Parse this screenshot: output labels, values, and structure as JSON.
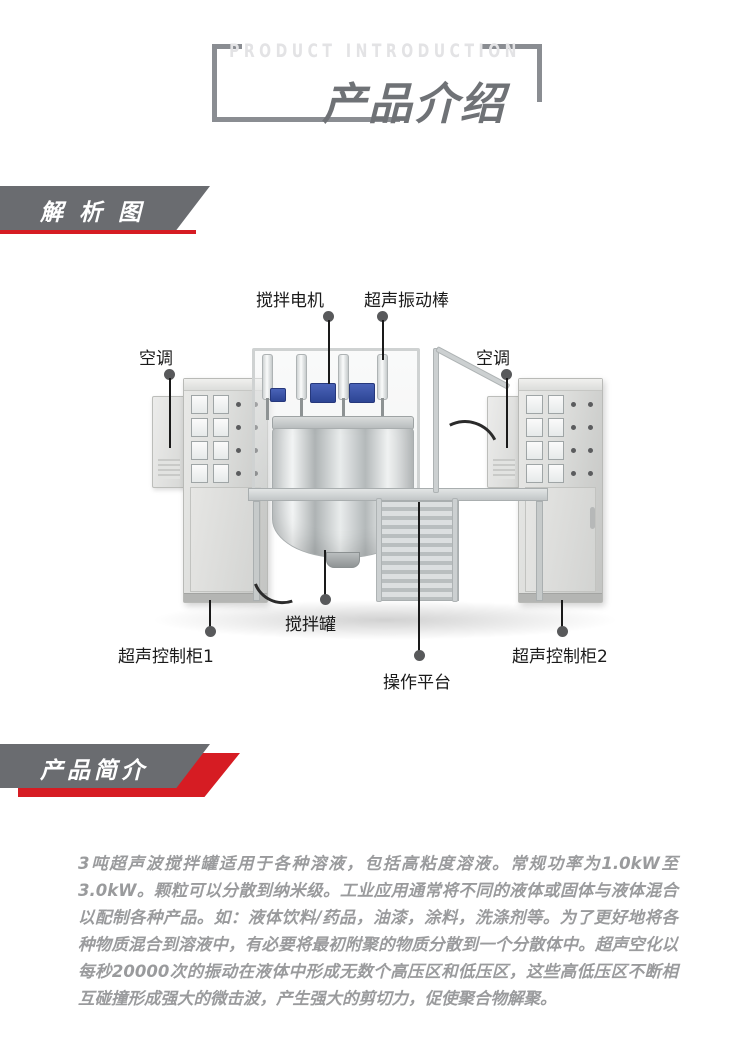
{
  "header": {
    "eyebrow": "PRODUCT  INTRODUCTION",
    "title": "产品介绍"
  },
  "sections": {
    "analysis": {
      "label": "解 析 图"
    },
    "intro": {
      "label": "产品简介"
    }
  },
  "diagram": {
    "labels": [
      {
        "id": "stirring-motor",
        "text": "搅拌电机"
      },
      {
        "id": "ultrasonic-rod",
        "text": "超声振动棒"
      },
      {
        "id": "air-conditioner-left",
        "text": "空调"
      },
      {
        "id": "air-conditioner-right",
        "text": "空调"
      },
      {
        "id": "ultrasonic-cabinet-1",
        "text": "超声控制柜1"
      },
      {
        "id": "ultrasonic-cabinet-2",
        "text": "超声控制柜2"
      },
      {
        "id": "mixing-tank",
        "text": "搅拌罐"
      },
      {
        "id": "operating-platform",
        "text": "操作平台"
      }
    ]
  },
  "intro": {
    "paragraph": "3吨超声波搅拌罐适用于各种溶液，包括高粘度溶液。常规功率为1.0kW至3.0kW。颗粒可以分散到纳米级。工业应用通常将不同的液体或固体与液体混合以配制各种产品。如：液体饮料/药品，油漆，涂料，洗涤剂等。为了更好地将各种物质混合到溶液中，有必要将最初附聚的物质分散到一个分散体中。超声空化以每秒20000次的振动在液体中形成无数个高压区和低压区，这些高低压区不断相互碰撞形成强大的微击波，产生强大的剪切力，促使聚合物解聚。"
  },
  "colors": {
    "accent_red": "#d61c23",
    "banner_gray": "#6a6c70",
    "title_gray": "#6f7276",
    "body_gray": "#9a9b9d",
    "eyebrow_gray": "#e3e3e5"
  }
}
